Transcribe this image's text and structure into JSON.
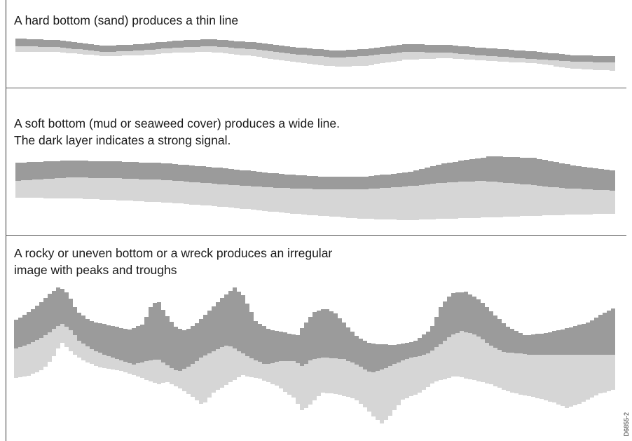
{
  "captions": {
    "hard": "A hard bottom (sand) produces a thin line",
    "soft_line1": "A soft bottom (mud or seaweed cover) produces a wide line.",
    "soft_line2": "The dark layer indicates a strong signal.",
    "rocky_line1": "A rocky or uneven bottom or a wreck produces an irregular",
    "rocky_line2": "image with peaks and troughs"
  },
  "figure_code": "D6855-2",
  "colors": {
    "strong_signal": "#9b9b9b",
    "weak_signal": "#d6d6d6",
    "divider": "#555555"
  }
}
